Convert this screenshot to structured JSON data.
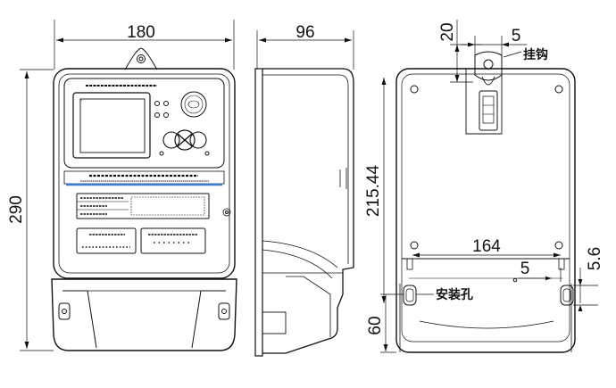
{
  "front_view": {
    "width_dim": "180",
    "height_dim": "290"
  },
  "side_view": {
    "depth_dim": "96"
  },
  "rear_view": {
    "hook_offset_dim": "20",
    "hook_width_dim": "5",
    "hook_label": "挂钩",
    "vertical_dim": "215.44",
    "hole_spacing_dim": "164",
    "hole_offset_dim": "5",
    "hole_height_dim": "5.6",
    "bottom_dim": "60",
    "mount_hole_label": "安装孔"
  },
  "colors": {
    "line": "#111111",
    "label_strip": "#3a7fd0",
    "background": "#ffffff"
  }
}
